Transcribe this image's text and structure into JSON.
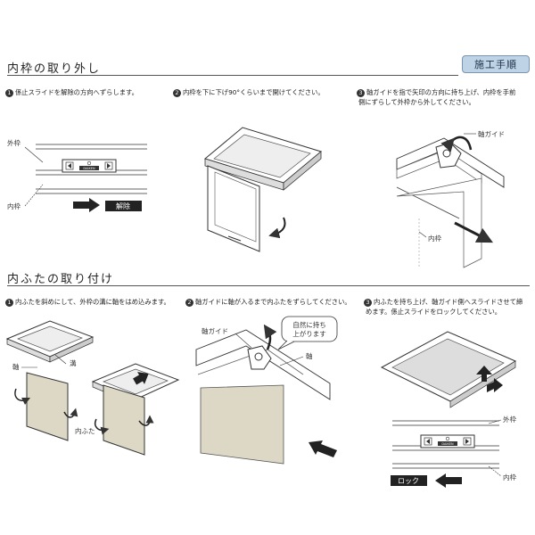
{
  "section1": {
    "title": "内枠の取り外し",
    "badge": "施工手順",
    "steps": [
      {
        "num": "1",
        "text": "係止スライドを解除の方向へずらします。"
      },
      {
        "num": "2",
        "text": "内枠を下に下げ90°くらいまで開けてください。"
      },
      {
        "num": "3",
        "text": "軸ガイドを指で矢印の方向に持ち上げ、内枠を手前",
        "text2": "側にずらして外枠から外してください。"
      }
    ],
    "labels": {
      "outer_frame": "外枠",
      "inner_frame": "内枠",
      "release": "解除",
      "axis_guide": "軸ガイド",
      "inner_frame_3": "内枠",
      "slide_brand": "DAIKEN"
    }
  },
  "section2": {
    "title": "内ふたの取り付け",
    "steps": [
      {
        "num": "1",
        "text": "内ふたを斜めにして、外枠の溝に軸をはめ込みます。"
      },
      {
        "num": "2",
        "text": "軸ガイドに軸が入るまで内ふたをずらしてください。"
      },
      {
        "num": "3",
        "text": "内ふたを持ち上げ、軸ガイド側へスライドさせて締",
        "text2": "めます。係止スライドをロックしてください。"
      }
    ],
    "labels": {
      "groove": "溝",
      "axis": "軸",
      "inner_lid": "内ふた",
      "axis_guide": "軸ガイド",
      "bubble_1": "自然に持ち",
      "bubble_2": "上がります",
      "axis_2": "軸",
      "outer_frame": "外枠",
      "inner_frame": "内枠",
      "lock": "ロック",
      "slide_brand": "DAIKEN"
    }
  }
}
